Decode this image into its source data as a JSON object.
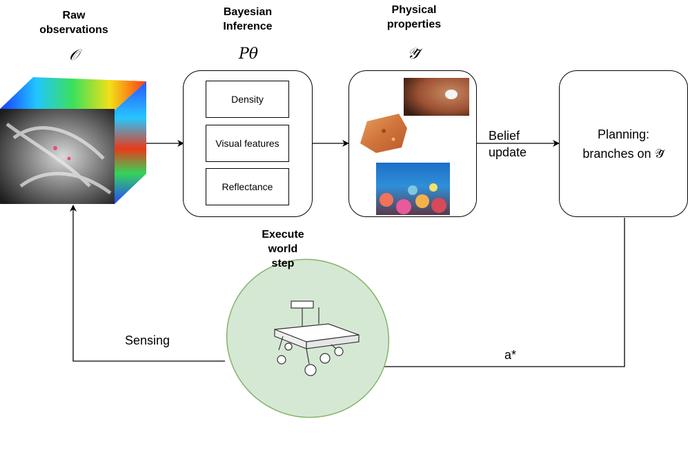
{
  "raw": {
    "title": "Raw\nobservations",
    "symbol": "𝒪"
  },
  "bayes": {
    "title": "Bayesian\nInference",
    "symbol": "Pθ",
    "items": [
      "Density",
      "Visual features",
      "Reflectance"
    ]
  },
  "physical": {
    "title": "Physical\nproperties",
    "symbol": "𝒴̃"
  },
  "belief": {
    "label": "Belief\nupdate"
  },
  "planning": {
    "label_line1": "Planning:",
    "label_line2": "branches on 𝒴̃"
  },
  "execute": {
    "title": "Execute\nworld\nstep"
  },
  "sensing": {
    "label": "Sensing"
  },
  "action": {
    "label": "a*"
  },
  "colors": {
    "ellipse_fill": "#d5e8d4",
    "ellipse_stroke": "#82b366"
  }
}
